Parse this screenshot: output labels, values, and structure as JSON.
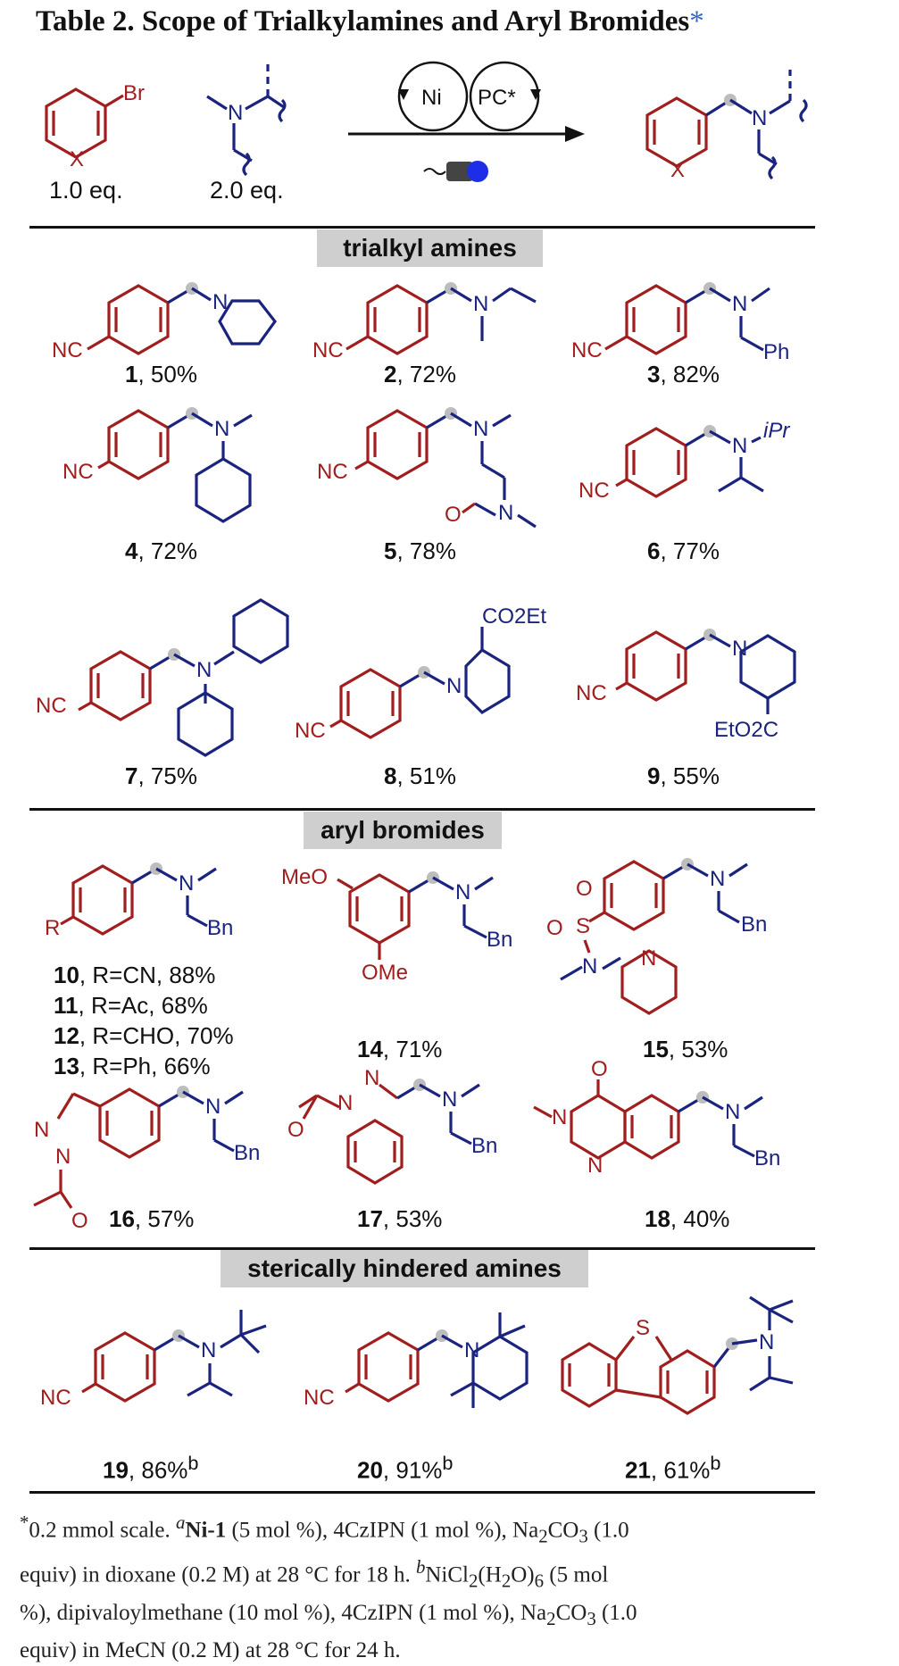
{
  "title": {
    "text": "Table 2. Scope of Trialkylamines and Aryl Bromides",
    "star": "*"
  },
  "scheme": {
    "arene_eq": "1.0 eq.",
    "amine_eq": "2.0 eq.",
    "cat1": "Ni",
    "cat2": "PC*",
    "br": "Br",
    "x": "X",
    "n": "N"
  },
  "sections": {
    "trialkyl": "trialkyl amines",
    "aryl": "aryl bromides",
    "hindered": "sterically hindered amines"
  },
  "atoms": {
    "nc": "NC",
    "n": "N",
    "ph": "Ph",
    "ipr": "iPr",
    "o": "O",
    "co2et": "CO2Et",
    "eto2c": "EtO2C",
    "bn": "Bn",
    "r": "R",
    "meo": "MeO",
    "ome": "OMe",
    "s": "S"
  },
  "compounds": {
    "c1": {
      "num": "1",
      "yield": ", 50%"
    },
    "c2": {
      "num": "2",
      "yield": ", 72%"
    },
    "c3": {
      "num": "3",
      "yield": ", 82%"
    },
    "c4": {
      "num": "4",
      "yield": ", 72%"
    },
    "c5": {
      "num": "5",
      "yield": ", 78%"
    },
    "c6": {
      "num": "6",
      "yield": ", 77%"
    },
    "c7": {
      "num": "7",
      "yield": ", 75%"
    },
    "c8": {
      "num": "8",
      "yield": ", 51%"
    },
    "c9": {
      "num": "9",
      "yield": ", 55%"
    },
    "c10": {
      "num": "10",
      "yield": ", R=CN, 88%"
    },
    "c11": {
      "num": "11",
      "yield": ", R=Ac, 68%"
    },
    "c12": {
      "num": "12",
      "yield": ", R=CHO, 70%"
    },
    "c13": {
      "num": "13",
      "yield": ", R=Ph, 66%"
    },
    "c14": {
      "num": "14",
      "yield": ", 71%"
    },
    "c15": {
      "num": "15",
      "yield": ", 53%"
    },
    "c16": {
      "num": "16",
      "yield": ", 57%"
    },
    "c17": {
      "num": "17",
      "yield": ", 53%"
    },
    "c18": {
      "num": "18",
      "yield": ", 40%"
    },
    "c19": {
      "num": "19",
      "yield": ", 86%",
      "sup": "b"
    },
    "c20": {
      "num": "20",
      "yield": ", 91%",
      "sup": "b"
    },
    "c21": {
      "num": "21",
      "yield": ", 61%",
      "sup": "b"
    }
  },
  "footnote": {
    "l1a": "0.2 mmol scale. ",
    "l1b": "Ni-1",
    "l1c": " (5 mol %), 4CzIPN (1 mol %), Na",
    "l1d": "CO",
    "l1e": " (1.0",
    "l2a": "equiv) in dioxane (0.2 M) at 28 °C for 18 h. ",
    "l2b": "NiCl",
    "l2c": "(H",
    "l2d": "O)",
    "l2e": " (5 mol",
    "l3": "%), dipivaloylmethane (10 mol %), 4CzIPN (1 mol %), Na",
    "l3b": "CO",
    "l3c": " (1.0",
    "l4": "equiv) in MeCN (0.2 M) at 28 °C for 24 h.",
    "star": "*",
    "a": "a",
    "b": "b",
    "sub2": "2",
    "sub3": "3",
    "sub6": "6"
  }
}
